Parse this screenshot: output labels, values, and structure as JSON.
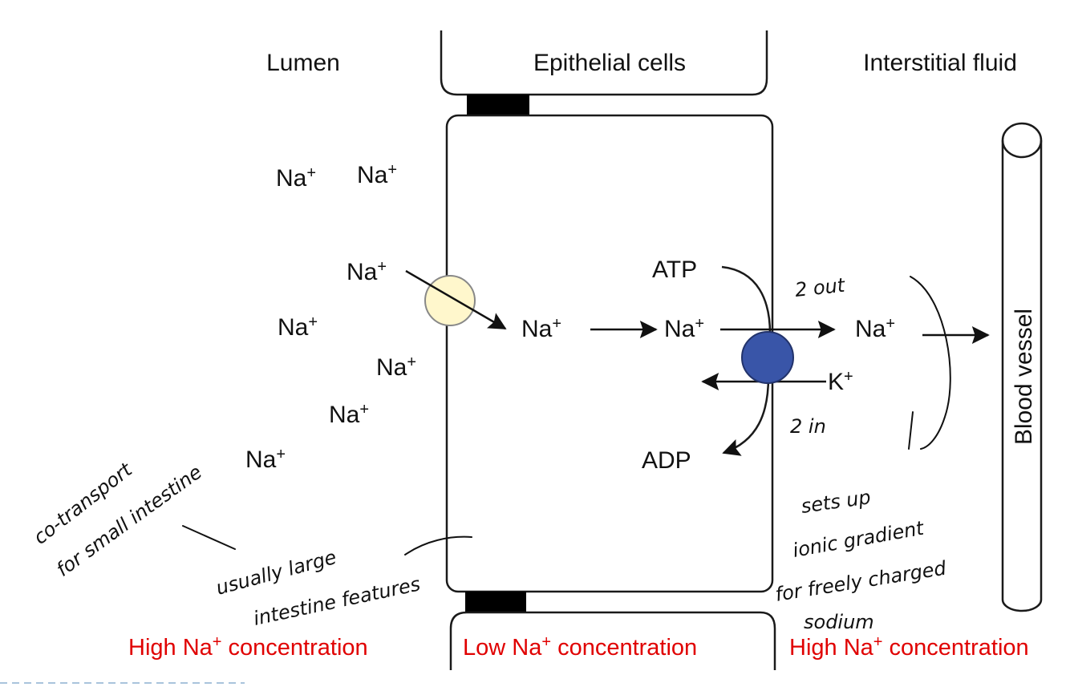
{
  "regions": {
    "lumen": "Lumen",
    "epithelial": "Epithelial cells",
    "interstitial": "Interstitial fluid"
  },
  "ions": {
    "na": "Na",
    "k": "K",
    "charge": "+"
  },
  "pump": {
    "atp": "ATP",
    "adp": "ADP"
  },
  "vessel": "Blood vessel",
  "concentrations": {
    "high_prefix": "High Na",
    "low_prefix": "Low Na",
    "suffix": " concentration",
    "right_suffix": " concentration"
  },
  "handwritten": {
    "two_out": "2 out",
    "two_in": "2 in",
    "cotransport_1": "co-transport",
    "cotransport_2": "for small intestine",
    "usually_1": "usually large",
    "usually_2": "intestine features",
    "sets_1": "sets up",
    "sets_2": "ionic gradient",
    "sets_3": "for freely charged",
    "sets_4": "sodium"
  },
  "colors": {
    "red_text": "#e00000",
    "cotransporter": "#fff7cc",
    "pump": "#3955a8",
    "junction": "#000000",
    "dashed_rule": "#a9c4dc"
  }
}
